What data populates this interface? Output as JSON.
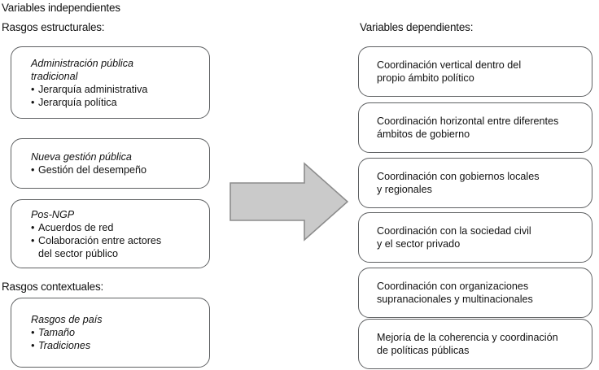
{
  "headings": {
    "independent_variables": "Variables independientes",
    "structural_features": "Rasgos estructurales:",
    "contextual_features": "Rasgos contextuales:",
    "dependent_variables": "Variables dependientes:"
  },
  "colors": {
    "box_border": "#5f6163",
    "arrow_fill": "#cacaca",
    "arrow_stroke": "#8c8c8c",
    "text": "#111111",
    "background": "#ffffff"
  },
  "independent": {
    "structural_boxes": [
      {
        "id": "administracion-publica-tradicional",
        "title": "Administración pública\ntradicional",
        "items": [
          "Jerarquía administrativa",
          "Jerarquía política"
        ],
        "italic_items": false
      },
      {
        "id": "nueva-gestion-publica",
        "title": "Nueva gestión pública",
        "items": [
          "Gestión del desempeño"
        ],
        "italic_items": false
      },
      {
        "id": "pos-ngp",
        "title": "Pos-NGP",
        "items": [
          "Acuerdos de red",
          "Colaboración entre actores\n del sector público"
        ],
        "italic_items": false
      }
    ],
    "contextual_boxes": [
      {
        "id": "rasgos-de-pais",
        "title": "Rasgos de país",
        "items": [
          "Tamaño",
          "Tradiciones"
        ],
        "italic_items": true
      }
    ]
  },
  "dependent": {
    "boxes": [
      {
        "id": "coordinacion-vertical",
        "text": "Coordinación vertical dentro del\npropio ámbito político"
      },
      {
        "id": "coordinacion-horizontal",
        "text": "Coordinación horizontal entre diferentes\námbitos de gobierno"
      },
      {
        "id": "coordinacion-gobiernos-locales",
        "text": "Coordinación con gobiernos locales\ny regionales"
      },
      {
        "id": "coordinacion-sociedad-civil",
        "text": "Coordinación con la sociedad civil\ny el sector privado"
      },
      {
        "id": "coordinacion-organizaciones-supranacionales",
        "text": "Coordinación con organizaciones\nsupranacionales y multinacionales"
      },
      {
        "id": "mejoria-coherencia",
        "text": "Mejoría de la coherencia y coordinación\nde políticas públicas"
      }
    ]
  },
  "arrow": {
    "direction": "right",
    "label": ""
  }
}
